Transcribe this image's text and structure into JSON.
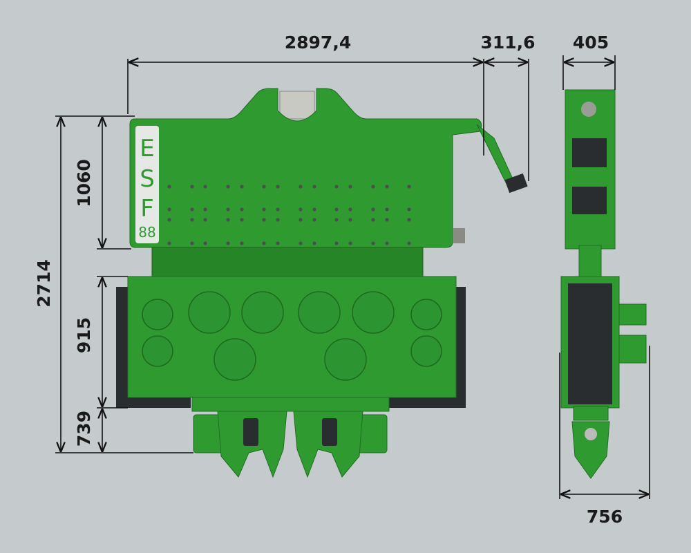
{
  "product": {
    "logo_letters": [
      "E",
      "S",
      "F"
    ],
    "logo_number": "88"
  },
  "dimensions": {
    "overall_width": "2897,4",
    "arm_offset": "311,6",
    "side_width": "405",
    "overall_height": "2714",
    "upper_height": "1060",
    "body_height": "915",
    "clamp_height": "739",
    "side_base_width": "756"
  },
  "colors": {
    "machine_green": "#2f9a30",
    "background": "#c5cacd",
    "dimension_line": "#111111"
  }
}
